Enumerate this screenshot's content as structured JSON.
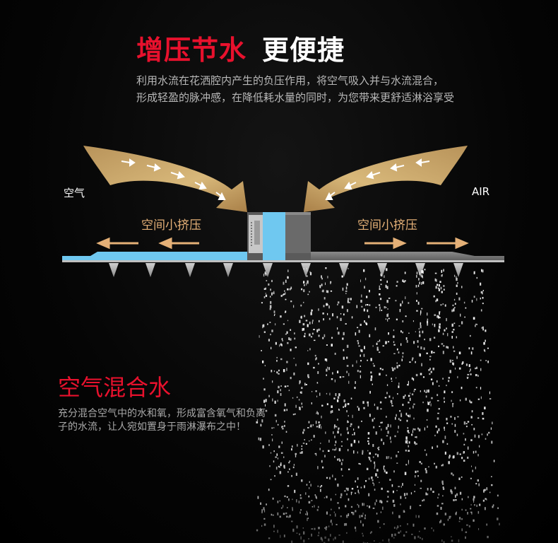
{
  "header": {
    "title_red": "增压节水",
    "title_white": "更便捷",
    "desc_line1": "利用水流在花洒腔内产生的负压作用，将空气吸入并与水流混合，",
    "desc_line2": "形成轻盈的脉冲感，在降低耗水量的同时，为您带来更舒适淋浴享受"
  },
  "diagram": {
    "left_air_label": "空气",
    "right_air_label": "AIR",
    "left_pressure_label": "空间小挤压",
    "right_pressure_label": "空间小挤压"
  },
  "section2": {
    "title": "空气混合水",
    "desc": "充分混合空气中的水和氧，形成富含氧气和负离子的水流，让人宛如置身于雨淋瀑布之中！"
  },
  "colors": {
    "accent_red": "#e8112d",
    "water_blue": "#6fc8f0",
    "arrow_gold": "#c9a56a",
    "label_tan": "#e4b077"
  }
}
